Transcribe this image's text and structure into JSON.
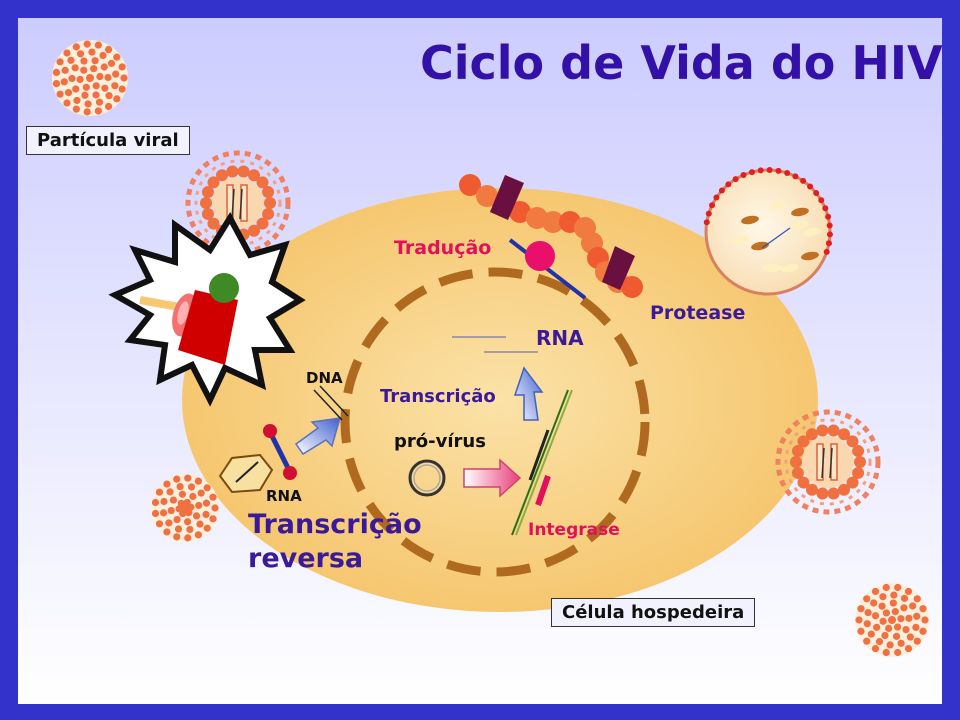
{
  "title": "Ciclo de Vida do HIV",
  "labels": {
    "viral_particle": "Partícula viral",
    "host_cell": "Célula hospedeira",
    "translation": "Tradução",
    "protease": "Protease",
    "rna_top": "RNA",
    "transcription": "Transcrição",
    "provirus": "pró-vírus",
    "dna": "DNA",
    "rna_bottom": "RNA",
    "reverse_transcription_1": "Transcrição",
    "reverse_transcription_2": "reversa",
    "integrase": "Integrase"
  },
  "colors": {
    "border": "#3333cc",
    "title": "#3311a8",
    "cell": "#f8c868",
    "virus": "#f07040",
    "nucleus_dash": "#b06a20",
    "magenta": "#e0105a",
    "purple_label": "#3b1a9a"
  }
}
